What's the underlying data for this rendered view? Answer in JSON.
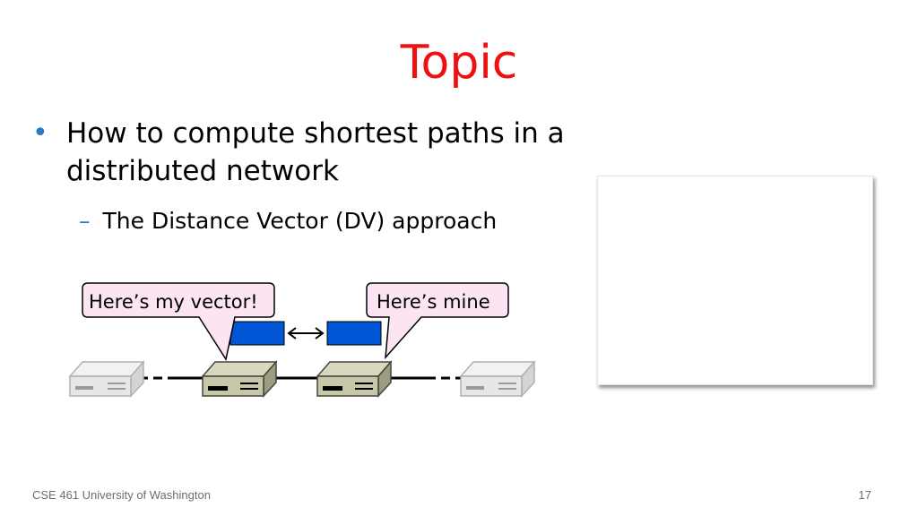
{
  "slide": {
    "title": "Topic",
    "bullet": "How to compute shortest paths  in a distributed network",
    "sub_bullet": "The Distance Vector (DV) approach",
    "callouts": [
      "Here’s my vector!",
      "Here’s mine"
    ],
    "footer_left": "CSE 461 University of Washington",
    "page_number": "17"
  },
  "colors": {
    "title": "#ee1111",
    "bullet_marker": "#2a78c6",
    "callout_fill": "#fce4f2",
    "vector_box": "#0055d4",
    "router_active": "#c8c8a8",
    "router_faded": "#e6e6e6"
  }
}
